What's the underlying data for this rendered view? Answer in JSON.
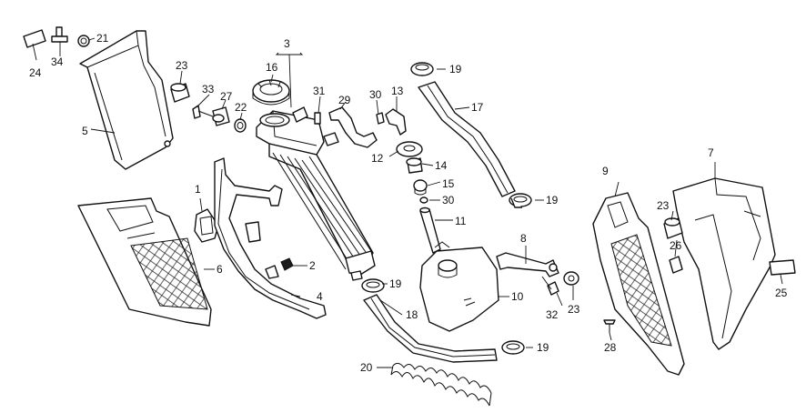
{
  "diagram": {
    "callouts": [
      {
        "id": "1",
        "label": "1"
      },
      {
        "id": "2",
        "label": "2"
      },
      {
        "id": "3",
        "label": "3"
      },
      {
        "id": "4",
        "label": "4"
      },
      {
        "id": "5",
        "label": "5"
      },
      {
        "id": "6",
        "label": "6"
      },
      {
        "id": "7",
        "label": "7"
      },
      {
        "id": "8",
        "label": "8"
      },
      {
        "id": "9",
        "label": "9"
      },
      {
        "id": "10",
        "label": "10"
      },
      {
        "id": "11",
        "label": "11"
      },
      {
        "id": "12",
        "label": "12"
      },
      {
        "id": "13",
        "label": "13"
      },
      {
        "id": "14",
        "label": "14"
      },
      {
        "id": "15",
        "label": "15"
      },
      {
        "id": "16",
        "label": "16"
      },
      {
        "id": "17",
        "label": "17"
      },
      {
        "id": "18",
        "label": "18"
      },
      {
        "id": "19a",
        "label": "19"
      },
      {
        "id": "19b",
        "label": "19"
      },
      {
        "id": "19c",
        "label": "19"
      },
      {
        "id": "19d",
        "label": "19"
      },
      {
        "id": "20",
        "label": "20"
      },
      {
        "id": "21",
        "label": "21"
      },
      {
        "id": "22",
        "label": "22"
      },
      {
        "id": "23a",
        "label": "23"
      },
      {
        "id": "23b",
        "label": "23"
      },
      {
        "id": "23c",
        "label": "23"
      },
      {
        "id": "24",
        "label": "24"
      },
      {
        "id": "25",
        "label": "25"
      },
      {
        "id": "26",
        "label": "26"
      },
      {
        "id": "27",
        "label": "27"
      },
      {
        "id": "28",
        "label": "28"
      },
      {
        "id": "29",
        "label": "29"
      },
      {
        "id": "30a",
        "label": "30"
      },
      {
        "id": "30b",
        "label": "30"
      },
      {
        "id": "31",
        "label": "31"
      },
      {
        "id": "32",
        "label": "32"
      },
      {
        "id": "33",
        "label": "33"
      },
      {
        "id": "34",
        "label": "34"
      }
    ]
  }
}
